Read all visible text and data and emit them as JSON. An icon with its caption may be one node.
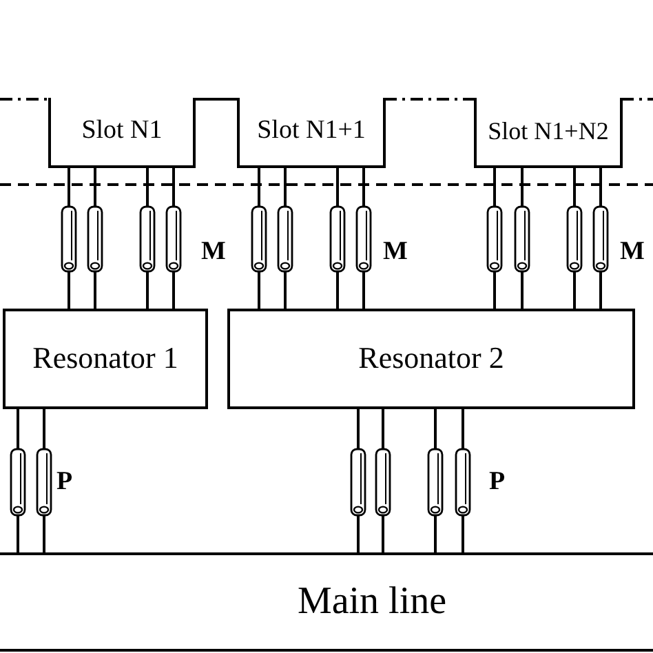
{
  "diagram": {
    "nodes": [
      {
        "text": [
          "Slot N1"
        ]
      },
      {
        "text": [
          "Slot N1+1"
        ]
      },
      {
        "text": [
          "Slot N1+N2"
        ]
      },
      {
        "text": [],
        "shape": "cylinder"
      },
      {
        "text": [],
        "shape": "cylinder"
      },
      {
        "text": [],
        "shape": "cylinder"
      },
      {
        "text": [],
        "shape": "cylinder"
      },
      {
        "text": [],
        "shape": "cylinder"
      },
      {
        "text": [],
        "shape": "cylinder"
      },
      {
        "text": [],
        "shape": "cylinder"
      },
      {
        "text": [],
        "shape": "cylinder"
      },
      {
        "text": [],
        "shape": "cylinder"
      },
      {
        "text": [],
        "shape": "cylinder"
      },
      {
        "text": [],
        "shape": "cylinder"
      },
      {
        "text": [],
        "shape": "cylinder"
      },
      {
        "text": [
          "Resonator 1"
        ]
      },
      {
        "text": [
          "Resonator 2"
        ]
      },
      {
        "text": [],
        "shape": "cylinder"
      },
      {
        "text": [],
        "shape": "cylinder"
      },
      {
        "text": [],
        "shape": "cylinder"
      },
      {
        "text": [],
        "shape": "cylinder"
      },
      {
        "text": [],
        "shape": "cylinder"
      },
      {
        "text": [],
        "shape": "cylinder"
      },
      {
        "text": [
          "Main line"
        ]
      }
    ],
    "edges": [
      {
        "from": 0,
        "to": 3,
        "arrow": "none"
      },
      {
        "from": 3,
        "to": 15,
        "arrow": "none"
      },
      {
        "from": 0,
        "to": 4,
        "arrow": "none"
      },
      {
        "from": 4,
        "to": 15,
        "arrow": "none"
      },
      {
        "from": 0,
        "to": 5,
        "arrow": "none"
      },
      {
        "from": 5,
        "to": 15,
        "arrow": "none"
      },
      {
        "from": 0,
        "to": 6,
        "arrow": "none"
      },
      {
        "from": 6,
        "to": 15,
        "arrow": "none"
      },
      {
        "from": 1,
        "to": 7,
        "arrow": "none"
      },
      {
        "from": 7,
        "to": 16,
        "arrow": "none"
      },
      {
        "from": 1,
        "to": 8,
        "arrow": "none"
      },
      {
        "from": 8,
        "to": 16,
        "arrow": "none"
      },
      {
        "from": 1,
        "to": 9,
        "arrow": "none"
      },
      {
        "from": 9,
        "to": 16,
        "arrow": "none"
      },
      {
        "from": 1,
        "to": 10,
        "arrow": "none"
      },
      {
        "from": 10,
        "to": 16,
        "arrow": "none"
      },
      {
        "from": 2,
        "to": 11,
        "arrow": "none"
      },
      {
        "from": 11,
        "to": 16,
        "arrow": "none"
      },
      {
        "from": 2,
        "to": 12,
        "arrow": "none"
      },
      {
        "from": 12,
        "to": 16,
        "arrow": "none"
      },
      {
        "from": 2,
        "to": 13,
        "arrow": "none"
      },
      {
        "from": 13,
        "to": 16,
        "arrow": "none"
      },
      {
        "from": 2,
        "to": 14,
        "arrow": "none"
      },
      {
        "from": 14,
        "to": 16,
        "arrow": "none"
      },
      {
        "from": 15,
        "to": 17,
        "arrow": "none"
      },
      {
        "from": 17,
        "to": 23,
        "arrow": "none"
      },
      {
        "from": 15,
        "to": 18,
        "arrow": "none"
      },
      {
        "from": 18,
        "to": 23,
        "arrow": "none"
      },
      {
        "from": 16,
        "to": 19,
        "arrow": "none"
      },
      {
        "from": 19,
        "to": 23,
        "arrow": "none"
      },
      {
        "from": 16,
        "to": 20,
        "arrow": "none"
      },
      {
        "from": 20,
        "to": 23,
        "arrow": "none"
      },
      {
        "from": 16,
        "to": 21,
        "arrow": "none"
      },
      {
        "from": 21,
        "to": 23,
        "arrow": "none"
      },
      {
        "from": 16,
        "to": 22,
        "arrow": "none"
      },
      {
        "from": 22,
        "to": 23,
        "arrow": "none"
      }
    ],
    "labels": [
      "M",
      "M",
      "M",
      "P",
      "P"
    ]
  }
}
